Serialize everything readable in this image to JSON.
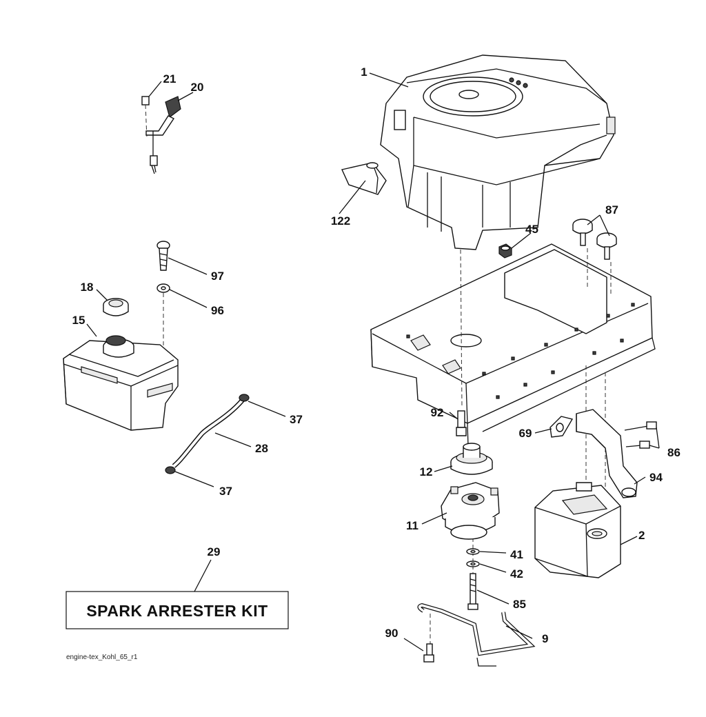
{
  "diagram": {
    "callouts": {
      "p1": "1",
      "p2": "2",
      "p9": "9",
      "p11": "11",
      "p12": "12",
      "p15": "15",
      "p18": "18",
      "p20": "20",
      "p21": "21",
      "p28": "28",
      "p29": "29",
      "p37a": "37",
      "p37b": "37",
      "p41": "41",
      "p42": "42",
      "p45": "45",
      "p69": "69",
      "p85": "85",
      "p86": "86",
      "p87": "87",
      "p90": "90",
      "p92": "92",
      "p94": "94",
      "p96": "96",
      "p97": "97",
      "p122": "122"
    },
    "kit_label": "SPARK ARRESTER KIT",
    "footer_code": "engine-tex_Kohl_65_r1"
  }
}
